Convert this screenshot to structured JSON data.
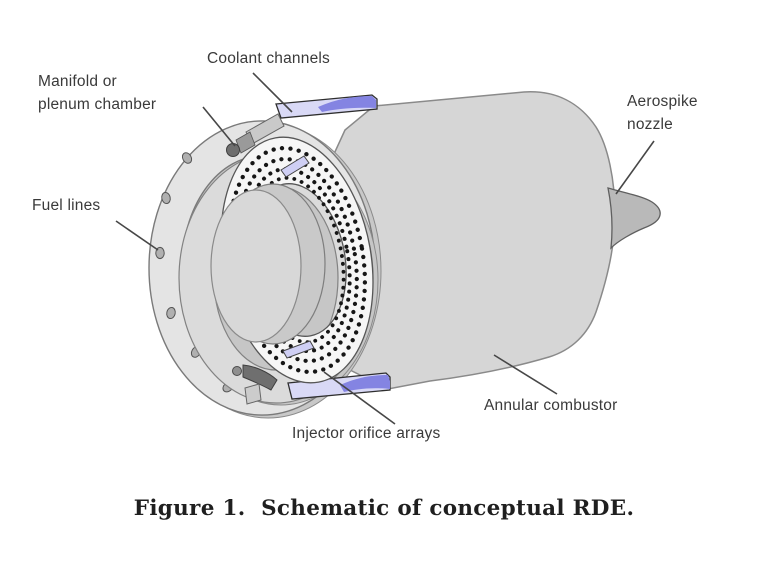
{
  "figure": {
    "type": "engineering-schematic",
    "subject": "conceptual rotating detonation engine (RDE), cutaway isometric view",
    "labels": {
      "coolant_channels": "Coolant channels",
      "manifold": "Manifold or\nplenum chamber",
      "fuel_lines": "Fuel lines",
      "aerospike": "Aerospike\nnozzle",
      "annular_combustor": "Annular combustor",
      "injector": "Injector orifice arrays"
    },
    "colors": {
      "background": "#ffffff",
      "combustor_body": "#d6d6d6",
      "flange": "#e4e4e4",
      "front_ring": "#dbdbdb",
      "injector_face": "#f6f6f6",
      "injector_dots": "#161616",
      "coolant_channel_light": "#d9d9f6",
      "coolant_channel_dark": "#8484e2",
      "manifold_dark": "#6f6f6f",
      "aerospike_gray": "#b9b9b9",
      "leader_line": "#474747",
      "label_text": "#3a3a3a",
      "caption_text": "#1f1f1f"
    }
  },
  "caption": {
    "text": "Figure 1.  Schematic of conceptual RDE."
  }
}
